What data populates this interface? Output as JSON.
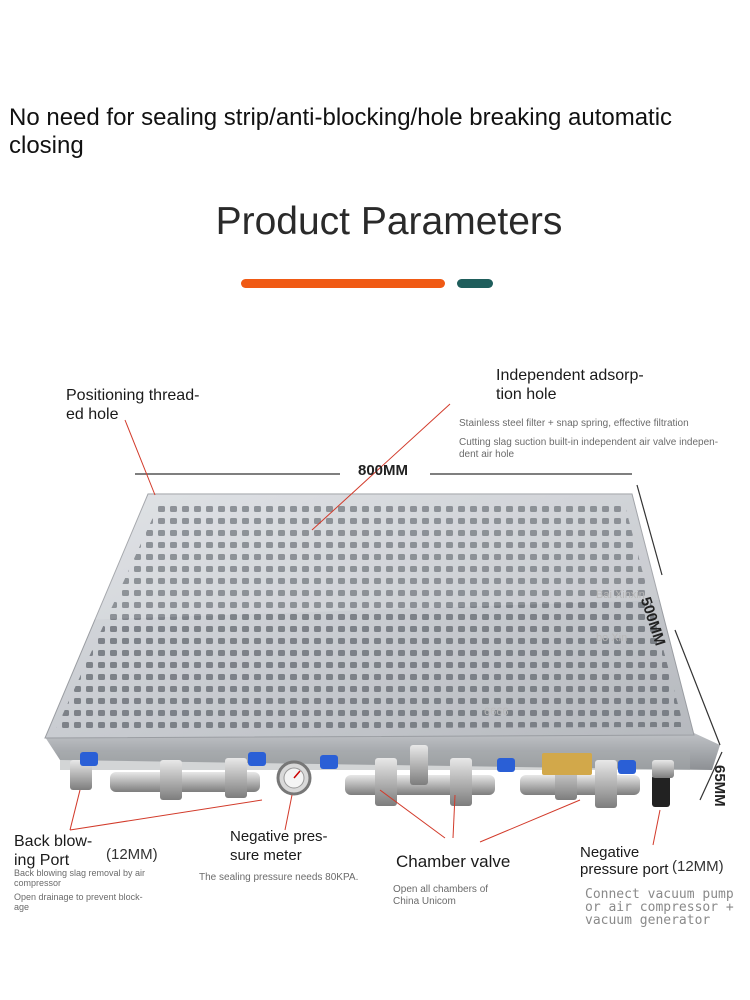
{
  "headline": "No need for sealing strip/anti-blocking/hole breaking automatic closing",
  "section_title": "Product Parameters",
  "callouts": {
    "positioning": "Positioning thread-\ned hole",
    "adsorption": "Independent adsorp-\ntion hole",
    "adsorption_note1": "Stainless steel filter + snap spring, effective filtration",
    "adsorption_note2": "Cutting slag suction built-in independent air valve indepen-\ndent air hole",
    "back_blowing": "Back blow-\ning Port",
    "back_blowing_size": "(12MM)",
    "back_blowing_note1": "Back blowing slag removal by air\ncompressor",
    "back_blowing_note2": "Open drainage to prevent block-\nage",
    "meter": "Negative pres-\nsure meter",
    "meter_note": "The sealing pressure needs 80KPA.",
    "chamber": "Chamber valve",
    "chamber_note": "Open all chambers of\nChina Unicom",
    "neg_port": "Negative\npressure port",
    "neg_port_size": "(12MM)",
    "neg_port_note": "Connect vacuum pump\nor air compressor +\nvacuum generator"
  },
  "dimensions": {
    "length": "800MM",
    "width": "500MM",
    "height": "65MM"
  },
  "watermarks": [
    "Bai Xinxin",
    "bo Xin",
    "6666"
  ],
  "colors": {
    "accent_orange": "#f05a14",
    "accent_teal": "#1f5e5c",
    "valve_blue": "#2a5fd6"
  },
  "icons": [
    "vacuum-table-image",
    "pressure-gauge-icon",
    "ball-valve-icon"
  ]
}
